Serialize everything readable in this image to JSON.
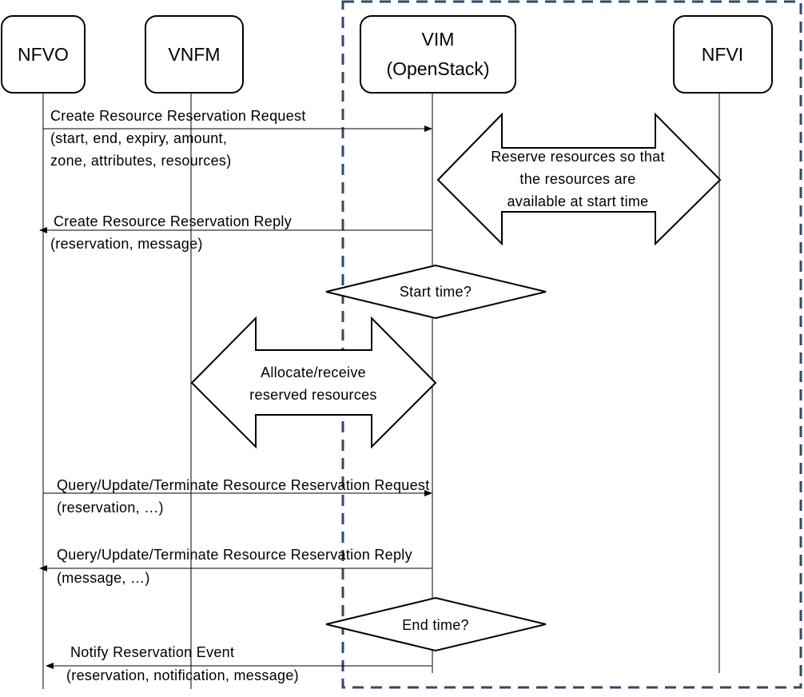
{
  "actors": [
    {
      "id": "nfvo",
      "lines": [
        "NFVO"
      ]
    },
    {
      "id": "vnfm",
      "lines": [
        "VNFM"
      ]
    },
    {
      "id": "vim",
      "lines": [
        "VIM",
        "(OpenStack)"
      ]
    },
    {
      "id": "nfvi",
      "lines": [
        "NFVI"
      ]
    }
  ],
  "messages": {
    "create_request": [
      "Create Resource Reservation Request",
      "(start, end, expiry, amount,",
      "zone, attributes, resources)"
    ],
    "create_reply": [
      "Create Resource Reservation Reply",
      "(reservation, message)"
    ],
    "query_request": [
      "Query/Update/Terminate Resource Reservation Request",
      "(reservation, …)"
    ],
    "query_reply": [
      "Query/Update/Terminate Resource Reservation Reply",
      "(message, …)"
    ],
    "notify": [
      "Notify Reservation Event",
      "(reservation, notification, message)"
    ]
  },
  "decisions": {
    "start": "Start time?",
    "end": "End time?"
  },
  "arrows": {
    "reserve": [
      "Reserve resources so that",
      "the resources are",
      "available at start time"
    ],
    "allocate": [
      "Allocate/receive",
      "reserved resources"
    ]
  },
  "colors": {
    "boundary": "#2e4a66",
    "line": "#000000"
  }
}
